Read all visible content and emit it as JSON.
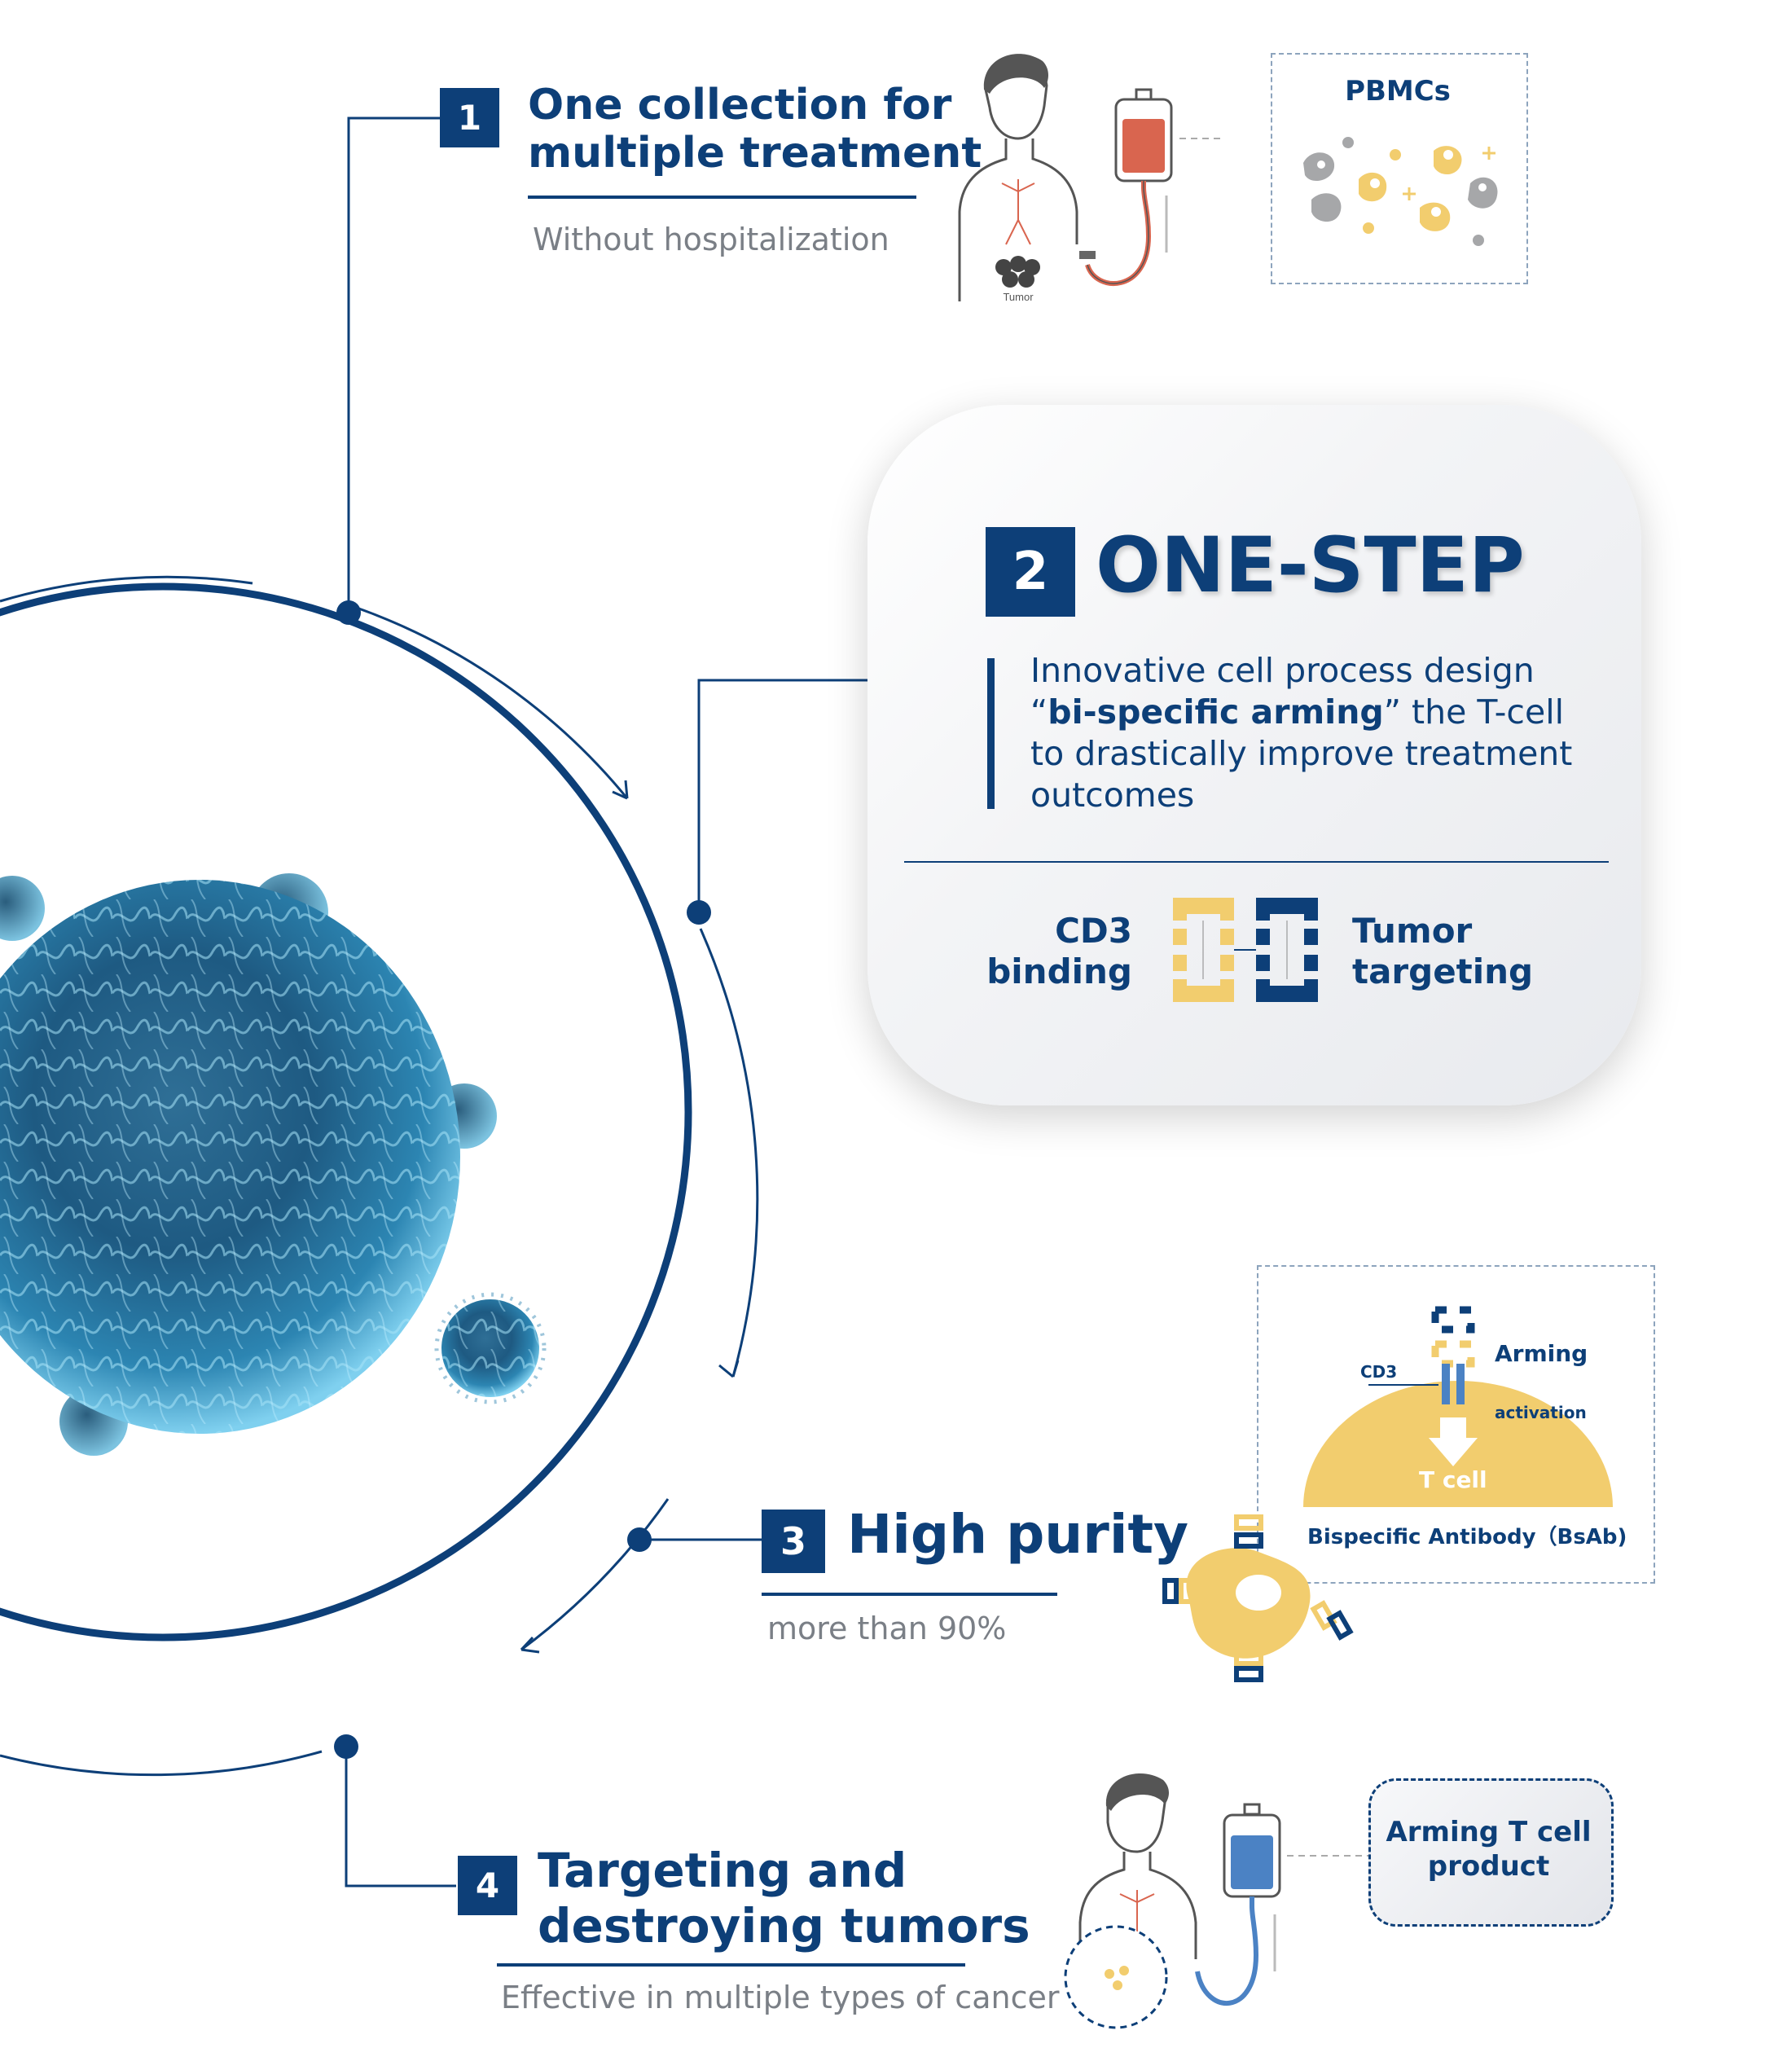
{
  "steps": [
    {
      "number": "1",
      "title_line1": "One collection for",
      "title_line2": "multiple treatment",
      "subtitle": "Without hospitalization"
    },
    {
      "number": "2",
      "title": "ONE-STEP",
      "desc_line1": "Innovative cell process design",
      "desc_open_quote": "“",
      "desc_bold": "bi-specific arming",
      "desc_close_rest": "” the T-cell",
      "desc_line3": "to drastically improve treatment",
      "desc_line4": "outcomes",
      "left_label_line1": "CD3",
      "left_label_line2": "binding",
      "right_label_line1": "Tumor",
      "right_label_line2": "targeting"
    },
    {
      "number": "3",
      "title": "High purity",
      "subtitle": "more than 90%"
    },
    {
      "number": "4",
      "title_line1": "Targeting and",
      "title_line2": "destroying tumors",
      "subtitle": "Effective in multiple types of cancer"
    }
  ],
  "illustrations": {
    "tumor_label": "Tumor",
    "pbmcs_label": "PBMCs",
    "arming_label": "Arming",
    "cd3_label": "CD3",
    "activation_label": "activation",
    "tcell_label": "T cell",
    "bsab_label": "Bispecific Antibody（BsAb)",
    "product_line1": "Arming T cell",
    "product_line2": "product"
  },
  "colors": {
    "navy": "#0d3f78",
    "gold": "#f2cd6e",
    "gray_text": "#7a7f86",
    "red_bag": "#d9654f",
    "blue_bag": "#4b82c4"
  }
}
